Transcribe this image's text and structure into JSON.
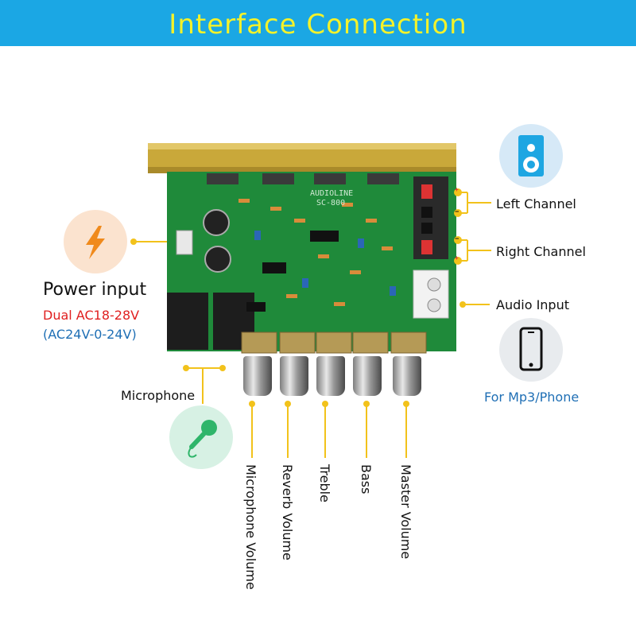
{
  "header": {
    "title": "Interface  Connection"
  },
  "power": {
    "title": "Power input",
    "spec_line1": "Dual AC18-28V",
    "spec_line2": "(AC24V-0-24V)"
  },
  "right_labels": {
    "left_channel": "Left Channel",
    "right_channel": "Right Channel",
    "audio_input": "Audio Input",
    "mp3_phone": "For Mp3/Phone"
  },
  "polarity": {
    "plus": "+",
    "minus": "−"
  },
  "microphone": {
    "label": "Microphone"
  },
  "knobs": [
    {
      "label": "Microphone Volume"
    },
    {
      "label": "Reverb Volume"
    },
    {
      "label": "Treble"
    },
    {
      "label": "Bass"
    },
    {
      "label": "Master Volume"
    }
  ],
  "board": {
    "brand": "AUDIOLINE",
    "model": "SC-800"
  },
  "colors": {
    "header_bg": "#1ba7e4",
    "header_text": "#f4f22a",
    "accent_line": "#f2c21b",
    "power_spec_red": "#e02020",
    "power_spec_blue": "#1f6fb5",
    "mp3_text": "#1f6fb5",
    "pcb_green": "#1f8a3a",
    "heatsink_gold": "#c9a83a"
  },
  "icons": {
    "power": "lightning-icon",
    "speaker": "speaker-icon",
    "phone": "smartphone-icon",
    "microphone": "microphone-icon"
  }
}
